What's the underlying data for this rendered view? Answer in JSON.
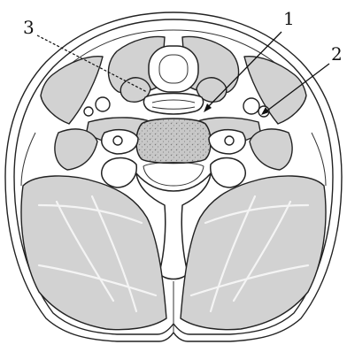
{
  "labels": {
    "one": "1",
    "two": "2",
    "three": "3"
  },
  "colors": {
    "muscle_fill": "#d2d2d2",
    "vertebral_body_fill": "#c8c8c8",
    "line": "#222222"
  }
}
